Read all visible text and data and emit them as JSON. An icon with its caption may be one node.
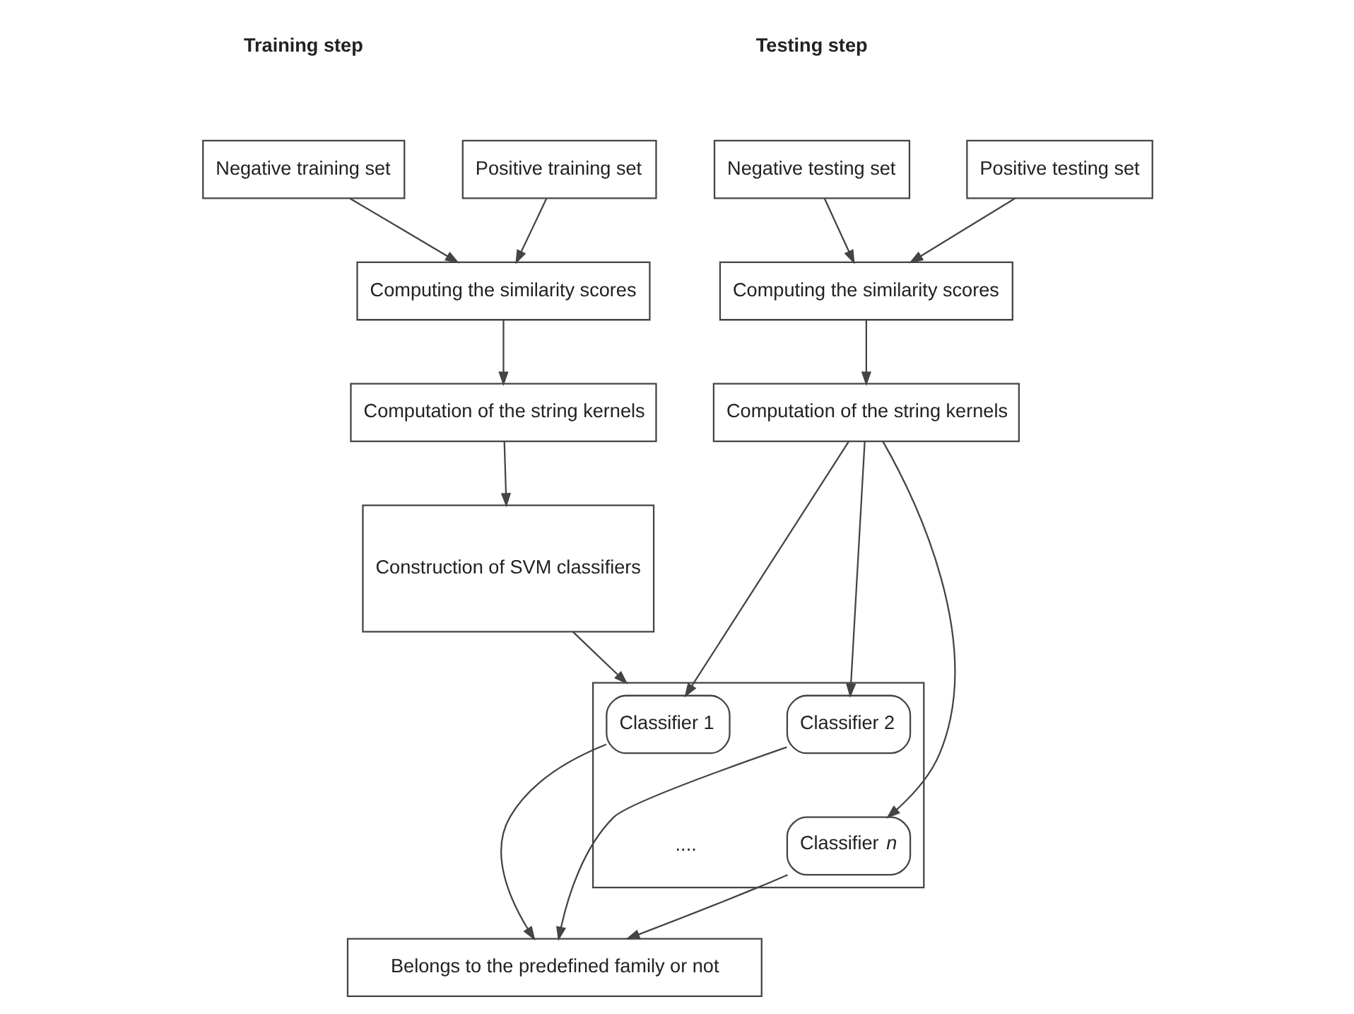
{
  "diagram": {
    "nodes": [
      {
        "text": [
          "Negative training set"
        ]
      },
      {
        "text": [
          "Positive training set"
        ]
      },
      {
        "text": [
          "Computing the similarity scores"
        ]
      },
      {
        "text": [
          "Computation of the string kernels"
        ]
      },
      {
        "text": [
          "Construction of SVM classifiers"
        ]
      },
      {
        "text": [
          "Negative testing set"
        ]
      },
      {
        "text": [
          "Positive testing set"
        ]
      },
      {
        "text": [
          "Computing the similarity scores"
        ]
      },
      {
        "text": [
          "Computation of the string kernels"
        ]
      },
      {
        "text": [],
        "shape": "box"
      },
      {
        "text": [
          "Classifier 1"
        ],
        "in": 9
      },
      {
        "text": [
          "Classifier 2"
        ],
        "in": 9
      },
      {
        "text": [
          "Classifier *n*"
        ],
        "in": 9
      },
      {
        "text": [
          "Belongs to the predefined family or not"
        ]
      }
    ],
    "edges": [
      {
        "from": 0,
        "to": 2,
        "arrow": "to"
      },
      {
        "from": 1,
        "to": 2,
        "arrow": "to"
      },
      {
        "from": 2,
        "to": 3,
        "arrow": "to"
      },
      {
        "from": 3,
        "to": 4,
        "arrow": "to"
      },
      {
        "from": 5,
        "to": 7,
        "arrow": "to"
      },
      {
        "from": 6,
        "to": 7,
        "arrow": "to"
      },
      {
        "from": 7,
        "to": 8,
        "arrow": "to"
      },
      {
        "from": 8,
        "to": 10,
        "arrow": "to"
      },
      {
        "from": 8,
        "to": 12,
        "arrow": "to"
      },
      {
        "from": 8,
        "to": 11,
        "arrow": "to"
      },
      {
        "from": 4,
        "to": 9,
        "arrow": "to"
      },
      {
        "from": 10,
        "to": 13,
        "arrow": "to"
      },
      {
        "from": 12,
        "to": 13,
        "arrow": "to"
      },
      {
        "from": 11,
        "to": 13,
        "arrow": "to"
      }
    ],
    "labels": [
      "Training step",
      "Testing step",
      "...."
    ]
  }
}
